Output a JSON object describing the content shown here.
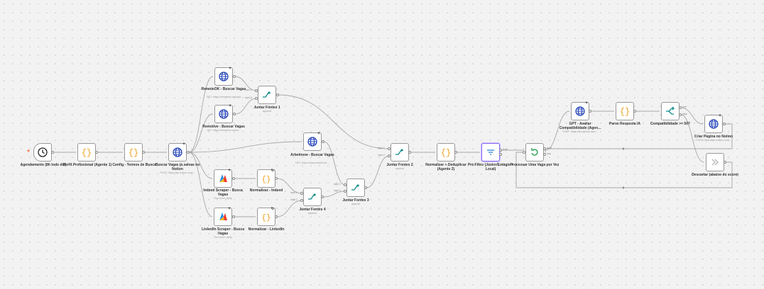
{
  "canvas": {
    "accent": "#8b6cf0",
    "edge_color": "#a8a8a8",
    "icon_blue": "#1f3fb8",
    "icon_orange": "#f0a020",
    "icon_teal": "#0e8a8a"
  },
  "nodes": {
    "trigger": {
      "label": "Agendamento (8h todo dia)",
      "icon": "clock-icon"
    },
    "perfil": {
      "label": "Perfil Profissional (Agente 1)",
      "icon": "braces-icon"
    },
    "config": {
      "label": "Config - Termos de Busca",
      "icon": "braces-icon"
    },
    "buscar_notion": {
      "label": "Buscar Vagas já salvas no Notion",
      "sub": "POST: https://api.notion.com/...",
      "icon": "globe-icon"
    },
    "remoteok": {
      "label": "RemoteOK - Buscar Vagas",
      "sub": "GET: https://remoteok.com/api",
      "icon": "globe-icon"
    },
    "remotive": {
      "label": "Remotive - Buscar Vagas",
      "sub": "GET: https://remotive.com/a...",
      "icon": "globe-icon"
    },
    "juntar1": {
      "label": "Juntar Fontes 1",
      "sub": "append",
      "icon": "merge-icon",
      "in1": "Input 1",
      "in2": "Input 2"
    },
    "arbeitnow": {
      "label": "Arbeitnow - Buscar Vagas",
      "sub": "GET: https://www.arbeitnow....",
      "icon": "globe-icon"
    },
    "indeed": {
      "label": "Indeed Scraper - Busca Vagas",
      "sub": "Run actor: Apify",
      "icon": "apify-icon"
    },
    "linkedin": {
      "label": "LinkedIn Scraper - Busca Vagas",
      "sub": "Run actor: Apify",
      "icon": "apify-icon"
    },
    "norm_indeed": {
      "label": "Normalizar - Indeed",
      "icon": "code-icon"
    },
    "norm_linkedin": {
      "label": "Normalizar - LinkedIn",
      "icon": "code-icon"
    },
    "juntar4": {
      "label": "Juntar Fontes 4",
      "sub": "append",
      "icon": "merge-icon",
      "in1": "Input 1",
      "in2": "Input 2"
    },
    "juntar3": {
      "label": "Juntar Fontes 3",
      "sub": "append",
      "icon": "merge-icon",
      "in1": "Input 1",
      "in2": "Input 2"
    },
    "juntar2": {
      "label": "Juntar Fontes 2",
      "sub": "append",
      "icon": "merge-icon",
      "in1": "Input 1",
      "in2": "Input 2"
    },
    "normalizar": {
      "label": "Normalizar + Deduplicar (Agente 2)",
      "icon": "braces-icon"
    },
    "prefiltro": {
      "label": "Pré-Filtro (Júnior/Estágio + Local)",
      "icon": "filter-icon",
      "out1": "Kept",
      "out2": "Discarded"
    },
    "processar": {
      "label": "Processar Uma Vaga por Vez",
      "icon": "loop-icon",
      "out1": "done",
      "out2": "loop"
    },
    "gpt": {
      "label": "GPT - Avaliar Compatibilidade (Agen...",
      "sub": "POST: https://api.openai.com...",
      "icon": "globe-icon"
    },
    "parse": {
      "label": "Parse Resposta IA",
      "icon": "braces-icon"
    },
    "compat": {
      "label": "Compatibilidade >= 50?",
      "icon": "if-icon",
      "out1": "true",
      "out2": "false"
    },
    "criar_notion": {
      "label": "Criar Página no Notion",
      "sub": "POST: https://api.notion.com/...",
      "icon": "globe-icon"
    },
    "descartar": {
      "label": "Descartar (abaixo do score)",
      "icon": "noop-icon"
    }
  }
}
